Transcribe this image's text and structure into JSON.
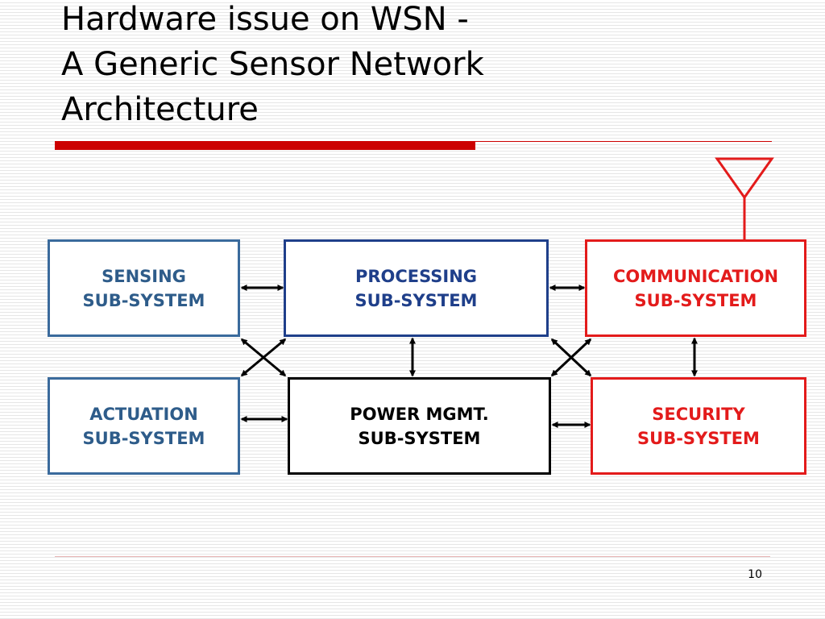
{
  "title": {
    "line1": "Hardware issue on WSN -",
    "line2": "A Generic Sensor Network",
    "line3": "Architecture"
  },
  "diagram": {
    "sensing": {
      "line1": "SENSING",
      "line2": "SUB-SYSTEM",
      "color": "#2e5c8a"
    },
    "processing": {
      "line1": "PROCESSING",
      "line2": "SUB-SYSTEM",
      "color": "#1f3f8a"
    },
    "communication": {
      "line1": "COMMUNICATION",
      "line2": "SUB-SYSTEM",
      "color": "#e31b1b"
    },
    "actuation": {
      "line1": "ACTUATION",
      "line2": "SUB-SYSTEM",
      "color": "#2e5c8a"
    },
    "power": {
      "line1": "POWER MGMT.",
      "line2": "SUB-SYSTEM",
      "color": "#000000"
    },
    "security": {
      "line1": "SECURITY",
      "line2": "SUB-SYSTEM",
      "color": "#e31b1b"
    },
    "antenna_icon": "antenna-icon"
  },
  "footer": {
    "page_number": "10"
  },
  "colors": {
    "accent": "#cc0000"
  }
}
